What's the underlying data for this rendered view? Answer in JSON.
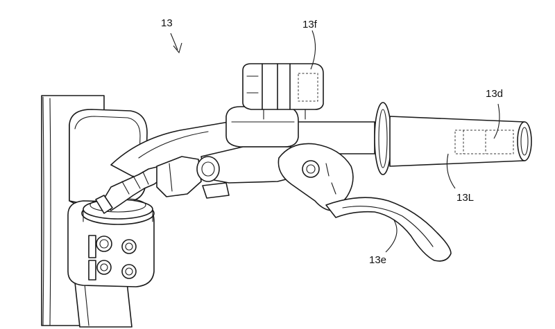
{
  "labels": {
    "assembly": "13",
    "switch_box": "13f",
    "grip_heater": "13d",
    "handlebar_left": "13L",
    "lever": "13e"
  },
  "colors": {
    "ink": "#1a1a1a",
    "paper": "#ffffff"
  }
}
